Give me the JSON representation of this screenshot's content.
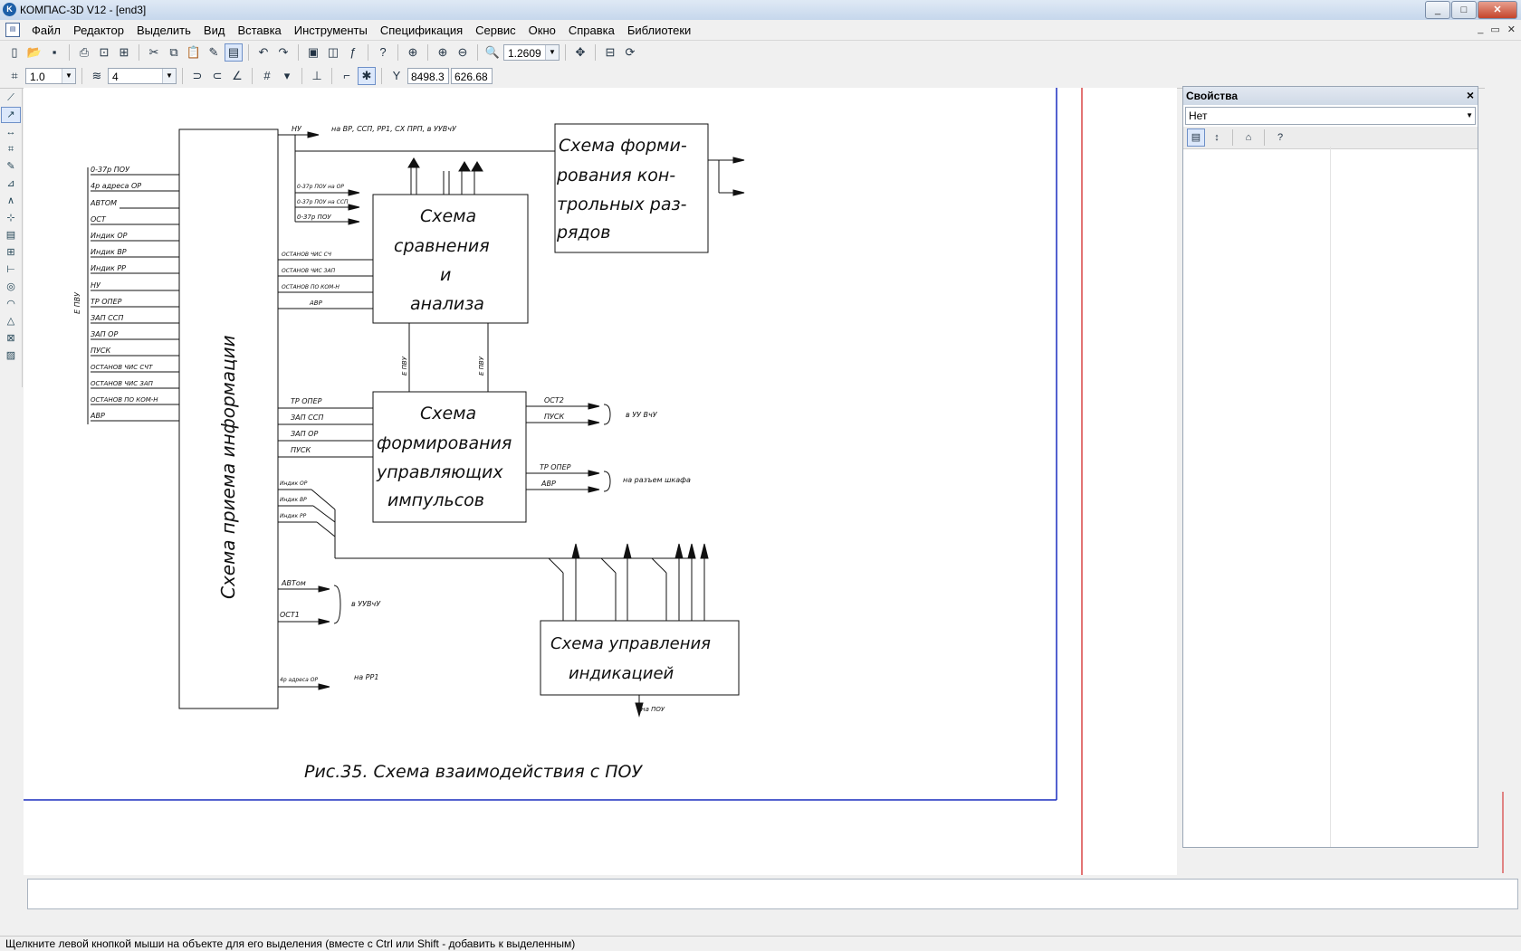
{
  "window": {
    "title": "КОМПАС-3D V12 - [end3]",
    "app_icon": "K",
    "buttons": [
      "_",
      "□",
      "✕"
    ]
  },
  "menubar": {
    "items": [
      "Файл",
      "Редактор",
      "Выделить",
      "Вид",
      "Вставка",
      "Инструменты",
      "Спецификация",
      "Сервис",
      "Окно",
      "Справка",
      "Библиотеки"
    ],
    "mdi_buttons": [
      "_",
      "▭",
      "✕"
    ]
  },
  "toolbar": {
    "zoom_value": "1.2609"
  },
  "toolbar2": {
    "scale_value": "1.0",
    "layer_value": "4",
    "coord_x": "8498.3",
    "coord_y": "626.68",
    "coord_label": "Y"
  },
  "properties_panel": {
    "title": "Свойства",
    "selector_value": "Нет"
  },
  "status": {
    "text": "Щелкните левой кнопкой мыши на объекте для его выделения (вместе с Ctrl или Shift - добавить к выделенным)"
  },
  "drawing": {
    "caption": "Рис.35. Схема взаимодействия с ПОУ",
    "main_block": "Схема приема информации",
    "left_signals": [
      "0-37р ПОУ",
      "4р адреса ОР",
      "АВТОМ",
      "ОСТ",
      "Индик ОР",
      "Индик ВР",
      "Индик РР",
      "НУ",
      "ТР ОПЕР",
      "ЗАП ССП",
      "ЗАП ОР",
      "ПУСК",
      "ОСТАНОВ ЧИС СЧТ",
      "ОСТАНОВ ЧИС ЗАП",
      "ОСТАНОВ ПО КОМ-Н",
      "АВР"
    ],
    "left_bus_label": "Е ПВУ",
    "top_output": {
      "label": "НУ",
      "dest": "на ВР, ССП, РР1, СХ ПРП, в УУВчУ"
    },
    "block_form_ctrl_bits": [
      "Схема форми-",
      "рования кон-",
      "трольных раз-",
      "рядов"
    ],
    "block_compare": [
      "Схема",
      "сравнения",
      "и",
      "анализа"
    ],
    "compare_inputs": [
      "0-37р ПОУ на ОР",
      "0-37р ПОУ на ССП",
      "0-37р ПОУ"
    ],
    "compare_stop_inputs": [
      "ОСТАНОВ ЧИС СЧ",
      "ОСТАНОВ ЧИС ЗАП",
      "ОСТАНОВ ПО КОМ-Н",
      "АВР"
    ],
    "bus_labels": [
      "Е ПВУ",
      "Е ПВУ"
    ],
    "block_form_pulses": [
      "Схема",
      "формирования",
      "управляющих",
      "импульсов"
    ],
    "pulse_inputs": [
      "ТР ОПЕР",
      "ЗАП ССП",
      "ЗАП ОР",
      "ПУСК"
    ],
    "pulse_outputs_1": [
      "ОСТ2",
      "ПУСК"
    ],
    "pulse_dest_1": "в УУ ВчУ",
    "pulse_outputs_2": [
      "ТР ОПЕР",
      "АВР"
    ],
    "pulse_dest_2": "на разъем шкафа",
    "indic_signals": [
      "Индик ОР",
      "Индик ВР",
      "Индик РР"
    ],
    "block_indication": [
      "Схема управления",
      "индикацией"
    ],
    "indication_output": "на ПОУ",
    "lower_outputs": [
      "АВТом",
      "ОСТ1"
    ],
    "lower_dest": "в УУВчУ",
    "addr_output": {
      "label": "4р адреса ОР",
      "dest": "на РР1"
    }
  },
  "colors": {
    "frame_blue": "#1a2dbf",
    "frame_red": "#d01818",
    "drawing_ink": "#111111"
  }
}
